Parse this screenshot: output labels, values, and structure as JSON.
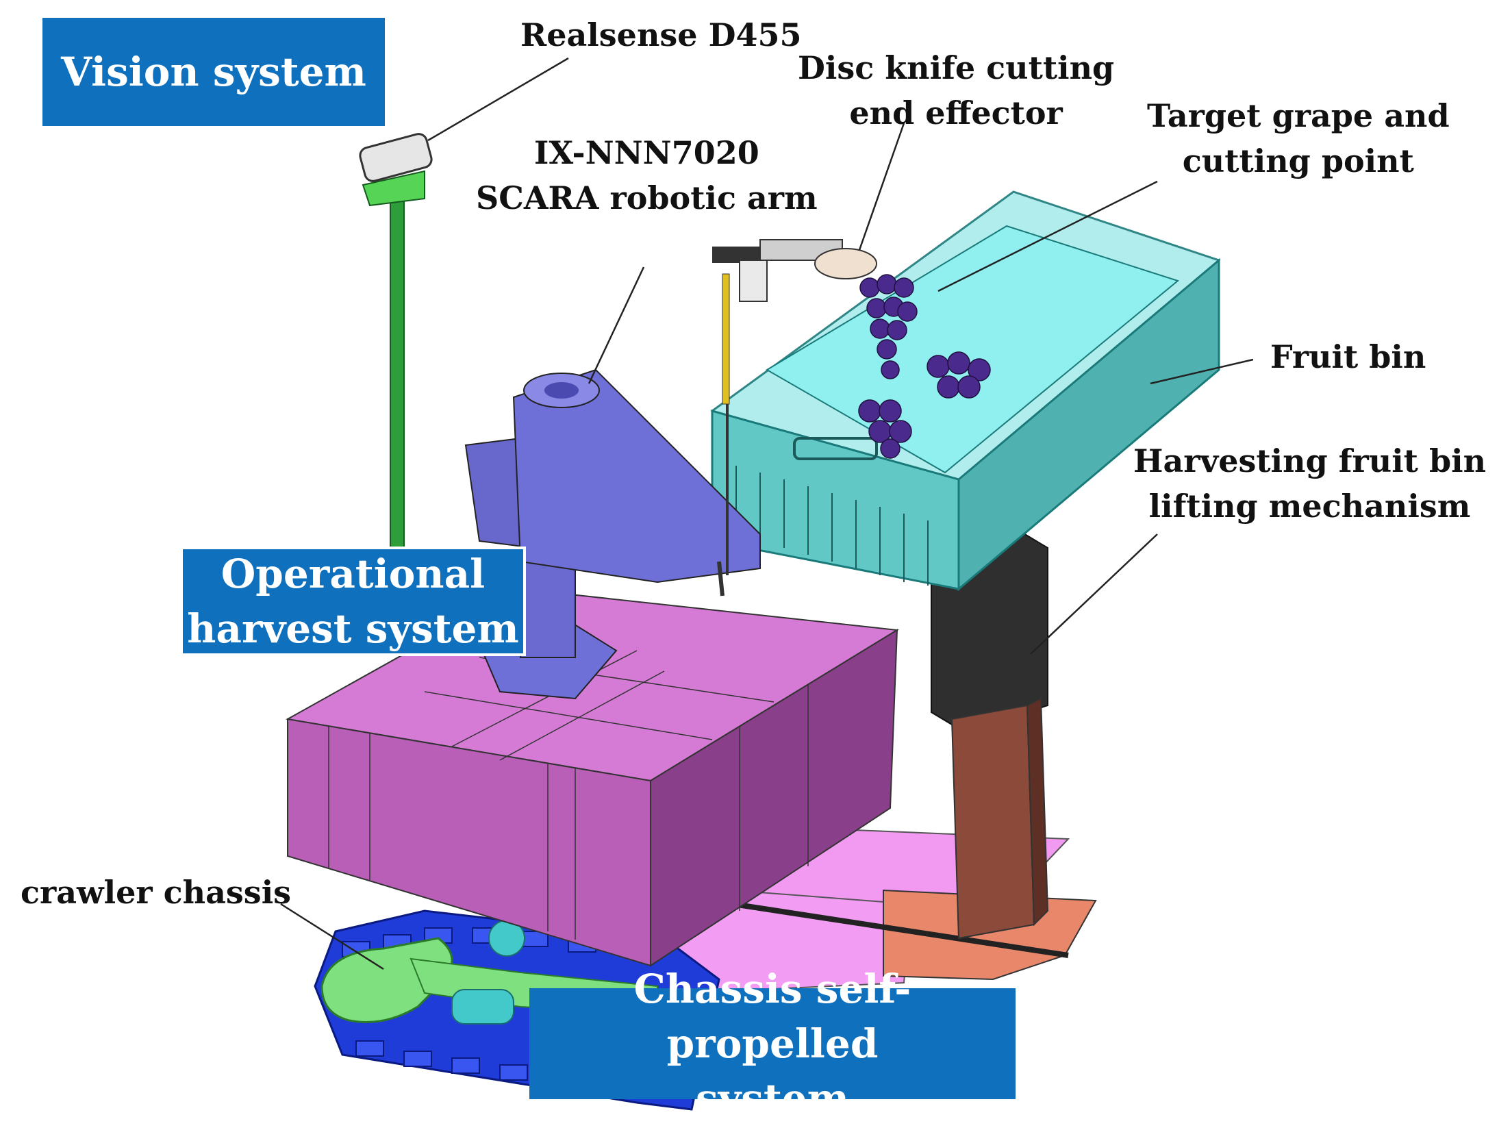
{
  "systems": {
    "vision": "Vision system",
    "operational_line1": "Operational",
    "operational_line2": "harvest system",
    "chassis_line1": "Chassis self-propelled",
    "chassis_line2": "system"
  },
  "callouts": {
    "camera": "Realsense D455",
    "end_effector_line1": "Disc knife cutting",
    "end_effector_line2": "end effector",
    "target_line1": "Target grape and",
    "target_line2": "cutting point",
    "arm_line1": "IX-NNN7020",
    "arm_line2": "SCARA robotic arm",
    "fruit_bin": "Fruit bin",
    "lifting_line1": "Harvesting fruit bin",
    "lifting_line2": "lifting mechanism",
    "crawler": "crawler chassis"
  },
  "colors": {
    "label_box": "#0f70be",
    "mast": "#2e9e3a",
    "arm": "#6f6fd8",
    "platform": "#c265c2",
    "bin": "#6fd1cf",
    "lift_upper": "#333333",
    "lift_lower": "#8b4a3a",
    "base_plate": "#e88a6a",
    "track": "#1f3bd8",
    "grape": "#4a2a8c"
  }
}
